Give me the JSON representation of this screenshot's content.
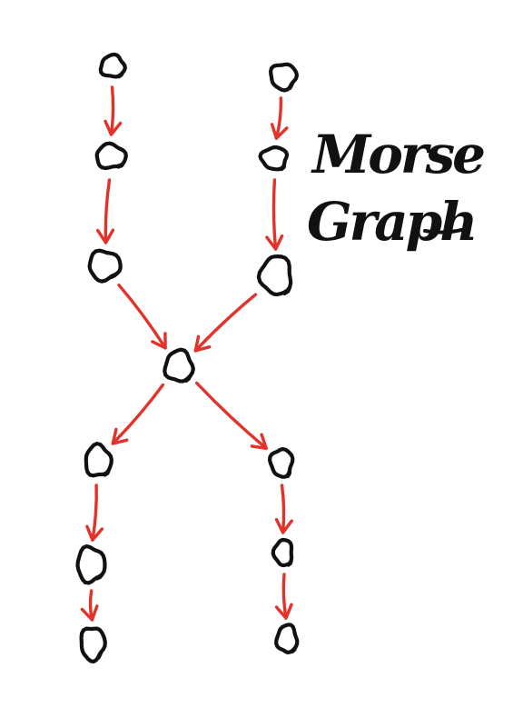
{
  "title": {
    "line1": "Morse",
    "line2": "Graph"
  },
  "colors": {
    "background": "#ffffff",
    "node_stroke": "#111111",
    "edge_stroke": "#e2322a",
    "text": "#111111"
  },
  "nodes": [
    {
      "id": "n1"
    },
    {
      "id": "n2"
    },
    {
      "id": "n3"
    },
    {
      "id": "n4"
    },
    {
      "id": "n5"
    },
    {
      "id": "n6"
    },
    {
      "id": "n7"
    },
    {
      "id": "n8"
    },
    {
      "id": "n9"
    },
    {
      "id": "n10"
    },
    {
      "id": "n11"
    },
    {
      "id": "n12"
    },
    {
      "id": "n13"
    }
  ],
  "edges": [
    {
      "from": "n1",
      "to": "n2"
    },
    {
      "from": "n2",
      "to": "n3"
    },
    {
      "from": "n4",
      "to": "n5"
    },
    {
      "from": "n5",
      "to": "n6"
    },
    {
      "from": "n3",
      "to": "n7"
    },
    {
      "from": "n6",
      "to": "n7"
    },
    {
      "from": "n7",
      "to": "n8"
    },
    {
      "from": "n7",
      "to": "n11"
    },
    {
      "from": "n8",
      "to": "n9"
    },
    {
      "from": "n9",
      "to": "n10"
    },
    {
      "from": "n11",
      "to": "n12"
    },
    {
      "from": "n12",
      "to": "n13"
    }
  ]
}
